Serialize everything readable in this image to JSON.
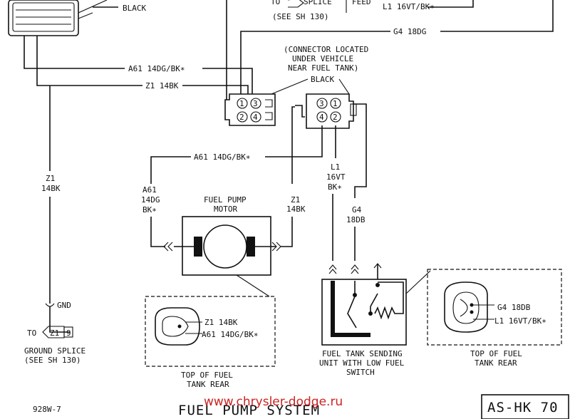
{
  "top_connector_color": "BLACK",
  "top_splice_text_1": "TO",
  "top_splice_text_2": "SPLICE",
  "top_splice_ref": "(SEE SH 130)",
  "feed_label": "FEED",
  "wire_L1_top": "L1 16VT/BK∗",
  "wire_G4_top": "G4 18DG",
  "connector_note_1": "(CONNECTOR LOCATED",
  "connector_note_2": "UNDER VEHICLE",
  "connector_note_3": "NEAR FUEL TANK)",
  "connector_color": "BLACK",
  "wire_A61_left": "A61 14DG/BK∗",
  "wire_Z1_left": "Z1 14BK",
  "wire_A61_mid": "A61 14DG/BK∗",
  "pins": [
    "1",
    "2",
    "3",
    "4",
    "3",
    "1",
    "4",
    "2"
  ],
  "z1_vert_1": "Z1",
  "z1_vert_2": "14BK",
  "a61_vert_1": "A61",
  "a61_vert_2": "14DG",
  "a61_vert_3": "BK∗",
  "pump_title_1": "FUEL PUMP",
  "pump_title_2": "MOTOR",
  "z1_pump_1": "Z1",
  "z1_pump_2": "14BK",
  "l1_vert_1": "L1",
  "l1_vert_2": "16VT",
  "l1_vert_3": "BK∗",
  "g4_vert_1": "G4",
  "g4_vert_2": "18DB",
  "gnd_label": "GND",
  "ground_to": "TO",
  "ground_splice_id": "Z1",
  "ground_splice_pin": "9",
  "ground_splice_1": "GROUND SPLICE",
  "ground_splice_2": "(SEE SH 130)",
  "tank_left_z1": "Z1 14BK",
  "tank_left_a61": "A61 14DG/BK∗",
  "tank_left_1": "TOP OF FUEL",
  "tank_left_2": "TANK REAR",
  "sender_1": "FUEL TANK SENDING",
  "sender_2": "UNIT WITH LOW FUEL",
  "sender_3": "SWITCH",
  "tank_right_g4": "G4 18DB",
  "tank_right_l1": "L1 16VT/BK∗",
  "tank_right_1": "TOP OF FUEL",
  "tank_right_2": "TANK REAR",
  "figure_code": "928W-7",
  "system_title": "FUEL PUMP SYSTEM",
  "watermark": "www.chrysler-dodge.ru",
  "page_code": "AS-HK 70"
}
